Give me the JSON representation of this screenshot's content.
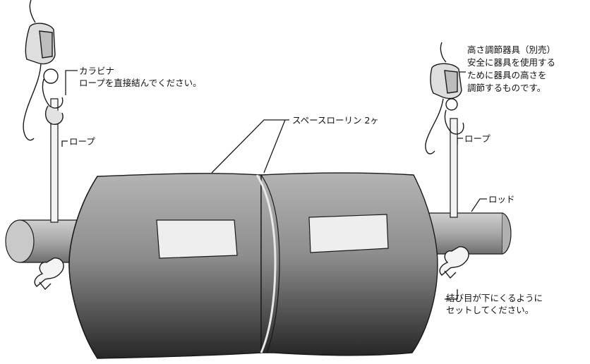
{
  "labels": {
    "carabiner": [
      "カラビナ",
      "ロープを直接結んでください。"
    ],
    "rope_left": "ロープ",
    "space_roller": "スペースローリン 2ヶ",
    "height_adjuster": [
      "高さ調節器具（別売）",
      "安全に器具を使用する",
      "ために器具の高さを",
      "調節するものです。"
    ],
    "rope_right": "ロープ",
    "rod": "ロッド",
    "knot_note": [
      "結び目が下にくるように",
      "セットしてください。"
    ]
  },
  "colors": {
    "roller_light": "#a9a9a9",
    "roller_dark": "#2b2b2b",
    "rod_light": "#bdbdbd",
    "rod_dark": "#6a6a6a",
    "line": "#1a1a1a"
  },
  "icons": [
    "carabiner-icon",
    "height-adjuster-icon",
    "rope-knot-icon"
  ]
}
